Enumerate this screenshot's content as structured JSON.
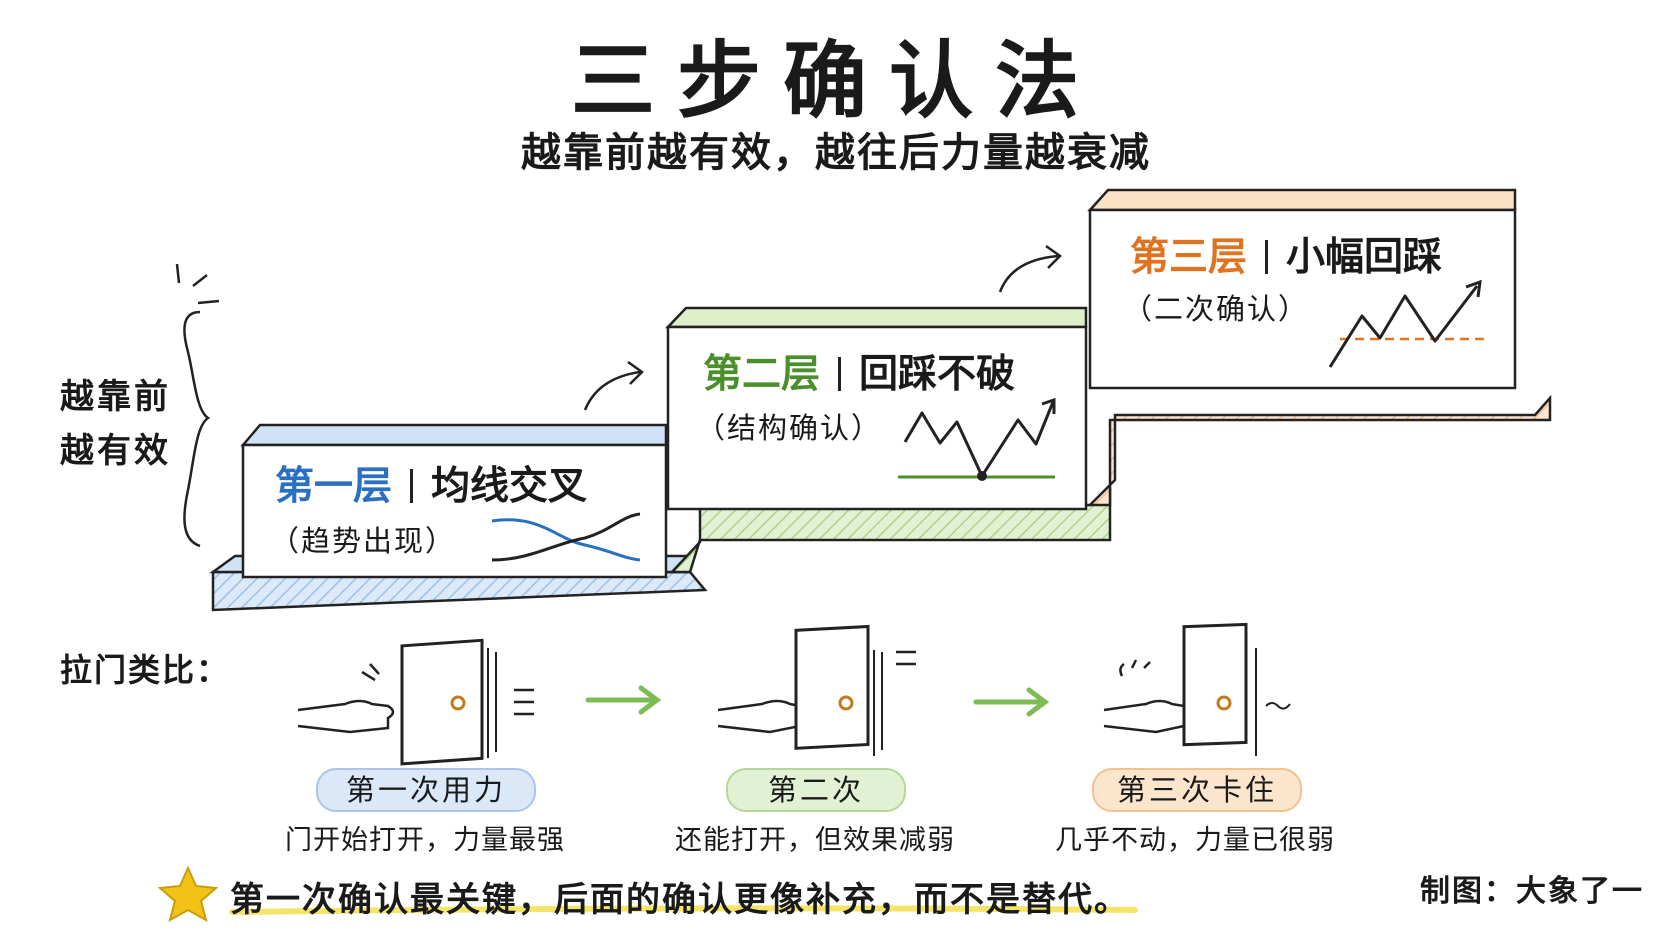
{
  "header": {
    "title": "三步确认法",
    "subtitle": "越靠前越有效，越往后力量越衰减"
  },
  "side_note": {
    "line1": "越靠前",
    "line2": "越有效"
  },
  "levels": [
    {
      "title": "第一层",
      "name": "均线交叉",
      "note": "（趋势出现）",
      "accent": "#2a6fc1",
      "fill": "#d6e6f7"
    },
    {
      "title": "第二层",
      "name": "回踩不破",
      "note": "（结构确认）",
      "accent": "#4a8f2a",
      "fill": "#dcefc8"
    },
    {
      "title": "第三层",
      "name": "小幅回踩",
      "note": "（二次确认）",
      "accent": "#e0731f",
      "fill": "#fbe1c6"
    }
  ],
  "analogy": {
    "label": "拉门类比：",
    "steps": [
      {
        "pill": "第一次用力",
        "desc": "门开始打开，力量最强",
        "pill_bg": "#dbe8f8",
        "pill_border": "#a9c6ea"
      },
      {
        "pill": "第二次",
        "desc": "还能打开，但效果减弱",
        "pill_bg": "#e2f1d4",
        "pill_border": "#b4d898"
      },
      {
        "pill": "第三次卡住",
        "desc": "几乎不动，力量已很弱",
        "pill_bg": "#fbe5cd",
        "pill_border": "#f0c28f"
      }
    ]
  },
  "takeaway": "第一次确认最关键，后面的确认更像补充，而不是替代。",
  "credit": "制图：大象了一",
  "colors": {
    "arrow_green": "#7dbb55",
    "star": "#f2c316",
    "highlight": "#f4e46a"
  }
}
